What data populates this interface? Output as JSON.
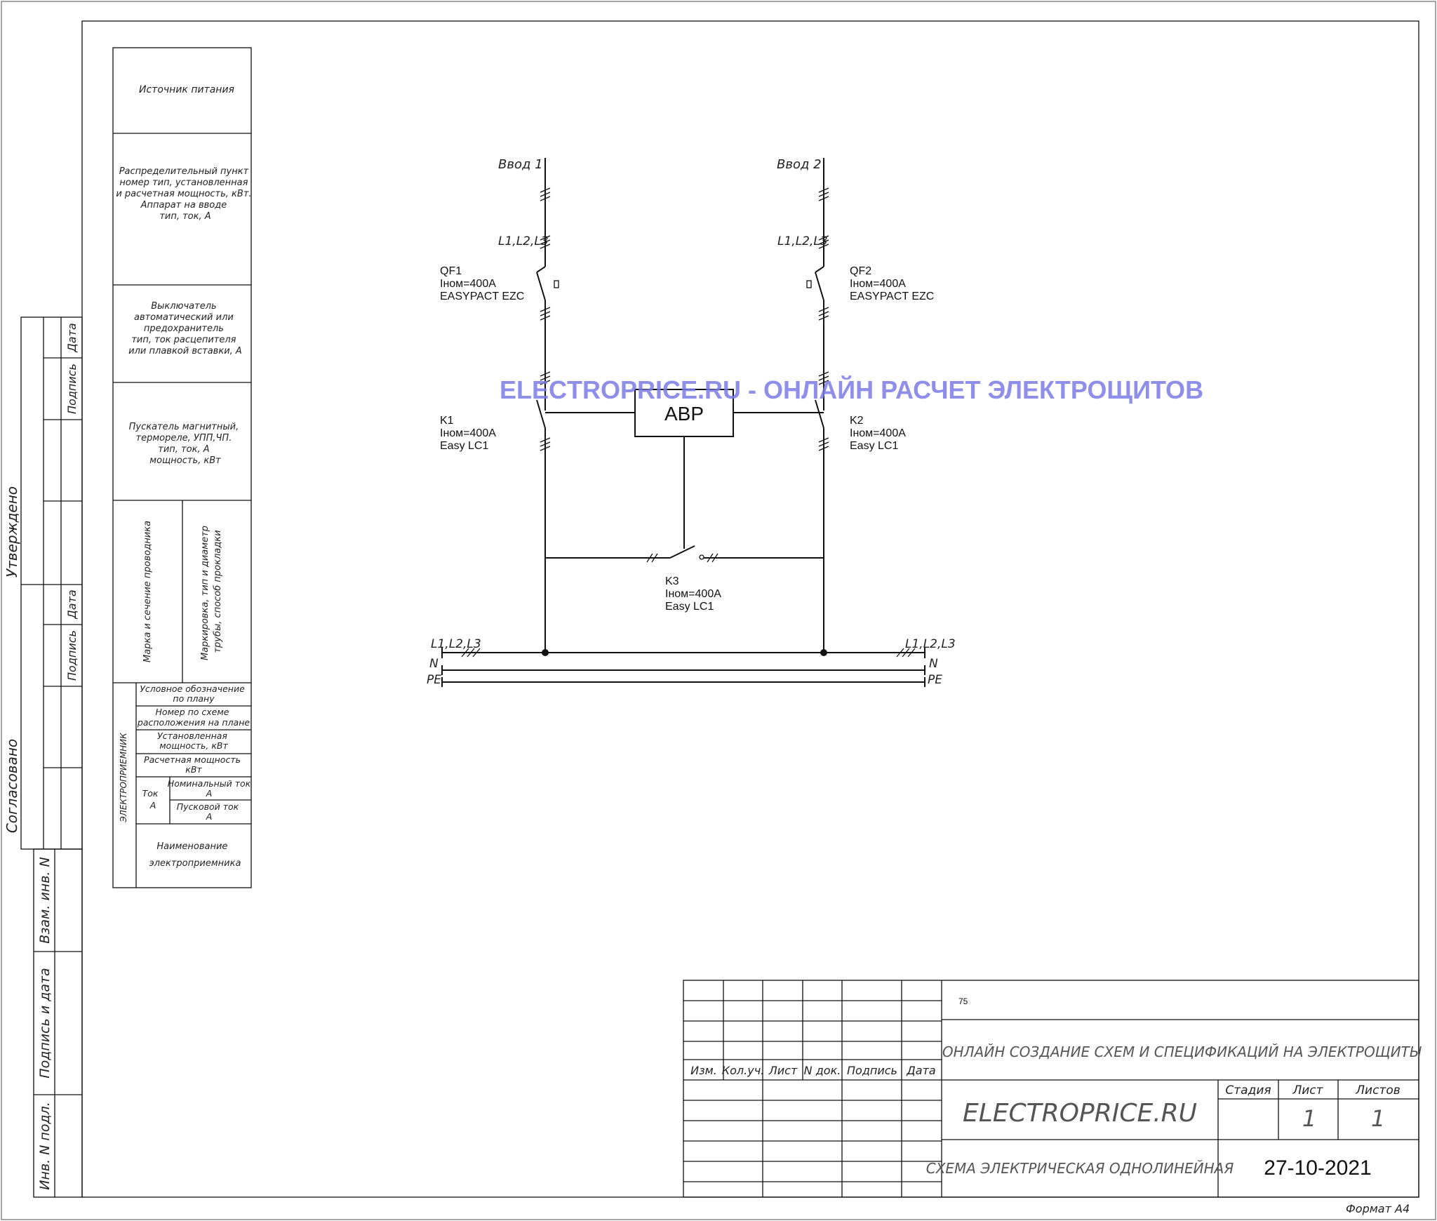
{
  "left_panel": {
    "source": "Источник питания",
    "dist_point": [
      "Распределительный пункт",
      "номер тип, установленная",
      "и расчетная мощность, кВт.",
      "Аппарат на вводе",
      "тип, ток, А"
    ],
    "breaker": [
      "Выключатель",
      "автоматический или",
      "предохранитель",
      "тип, ток расцепителя",
      "или плавкой вставки, А"
    ],
    "starter": [
      "Пускатель магнитный,",
      "термореле, УПП,ЧП.",
      "тип, ток, А",
      "мощность, кВт"
    ],
    "wire_brand": "Марка и сечение проводника",
    "wire_marking": [
      "Маркировка, тип и диаметр",
      "трубы, способ прокладки"
    ],
    "receiver_label": "ЭЛЕКТРОПРИЕМНИК",
    "rows": [
      [
        "Условное обозначение",
        "по плану"
      ],
      [
        "Номер по схеме",
        "расположения на плане"
      ],
      [
        "Установленная",
        "мощность, кВт"
      ],
      [
        "Расчетная мощность",
        "кВт"
      ]
    ],
    "current_label": [
      "Ток",
      "А"
    ],
    "nominal_current": [
      "Номинальный ток",
      "А"
    ],
    "start_current": [
      "Пусковой ток",
      "А"
    ],
    "receiver_name": [
      "Наименование",
      "электроприемника"
    ]
  },
  "side_stamp": {
    "approved": "Утверждено",
    "agreed": "Согласовано",
    "date1": "Дата",
    "sign1": "Подпись",
    "date2": "Дата",
    "sign2": "Подпись",
    "inv_repl": "Взам. инв. N",
    "sign_date": "Подпись и дата",
    "inv_orig": "Инв. N подл."
  },
  "diagram": {
    "input1": "Ввод 1",
    "input2": "Ввод 2",
    "phases": "L1,L2,L3",
    "qf1": [
      "QF1",
      "Iном=400A",
      "EASYPACT EZC"
    ],
    "qf2": [
      "QF2",
      "Iном=400A",
      "EASYPACT EZC"
    ],
    "k1": [
      "K1",
      "Iном=400A",
      "Easy LC1"
    ],
    "k2": [
      "K2",
      "Iном=400A",
      "Easy LC1"
    ],
    "k3": [
      "K3",
      "Iном=400A",
      "Easy LC1"
    ],
    "avr": "АВР",
    "bus_phases": "L1,L2,L3",
    "neutral": "N",
    "pe": "PE"
  },
  "watermark": "ELECTROPRICE.RU - ОНЛАЙН РАСЧЕТ ЭЛЕКТРОЩИТОВ",
  "title_block": {
    "sheet_code": "75",
    "project": "ОНЛАЙН СОЗДАНИЕ СХЕМ И СПЕЦИФИКАЦИЙ НА ЭЛЕКТРОЩИТЫ",
    "company": "ELECTROPRICE.RU",
    "drawing": "СХЕМА ЭЛЕКТРИЧЕСКАЯ ОДНОЛИНЕЙНАЯ",
    "date": "27-10-2021",
    "stage_label": "Стадия",
    "sheet_label": "Лист",
    "sheets_label": "Листов",
    "sheet_value": "1",
    "sheets_value": "1",
    "col_headers": [
      "Изм.",
      "Кол.уч.",
      "Лист",
      "N док.",
      "Подпись",
      "Дата"
    ]
  },
  "format": "Формат А4"
}
